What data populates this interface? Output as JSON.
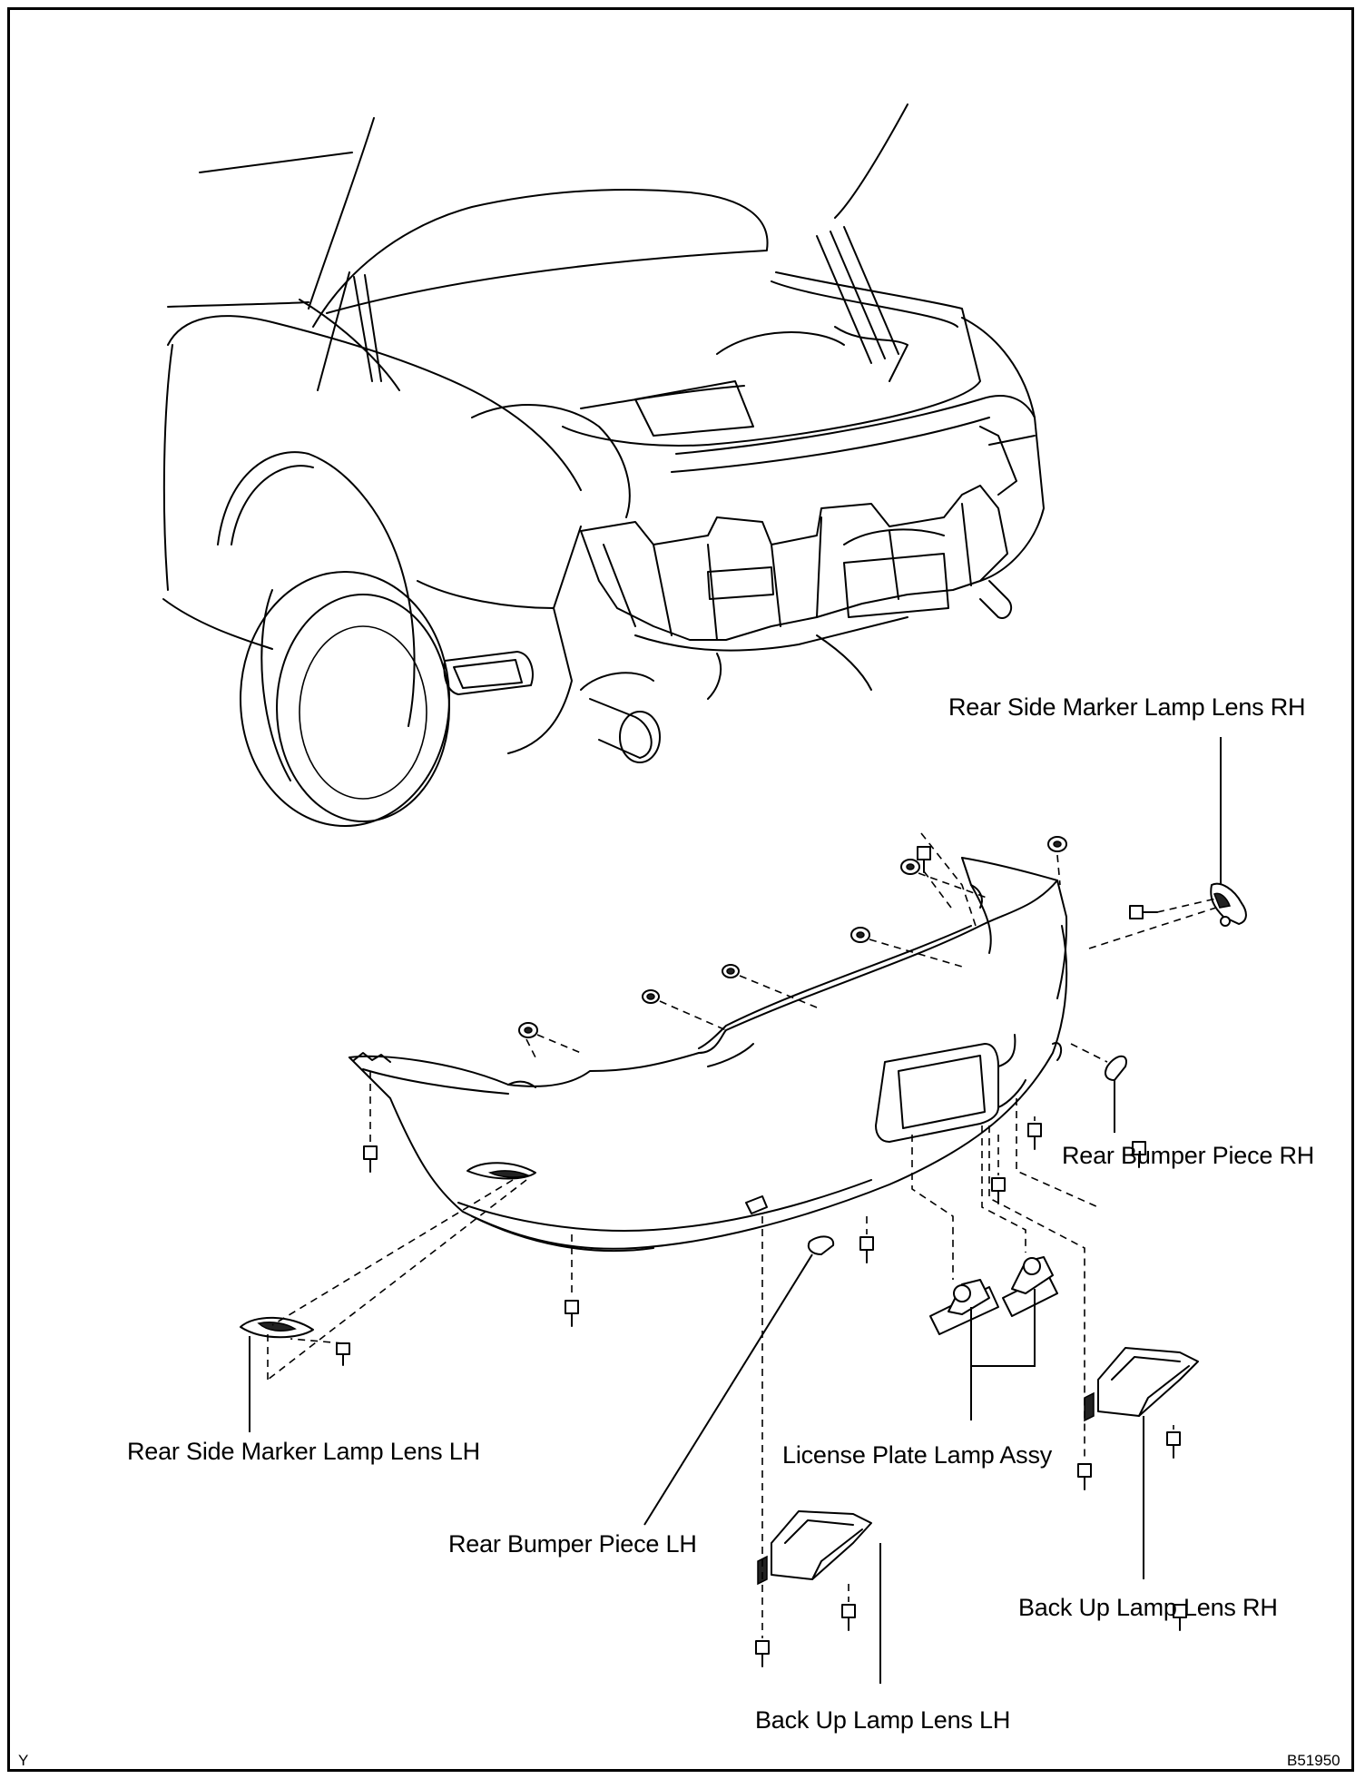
{
  "labels": {
    "rear_side_marker_rh": "Rear Side Marker Lamp Lens RH",
    "rear_bumper_piece_rh": "Rear Bumper Piece RH",
    "rear_side_marker_lh": "Rear Side Marker Lamp Lens LH",
    "license_plate_lamp": "License Plate Lamp Assy",
    "rear_bumper_piece_lh": "Rear Bumper Piece LH",
    "back_up_lamp_rh": "Back Up Lamp Lens RH",
    "back_up_lamp_lh": "Back Up Lamp Lens LH"
  },
  "corner_left": "Y",
  "corner_right": "B51950"
}
